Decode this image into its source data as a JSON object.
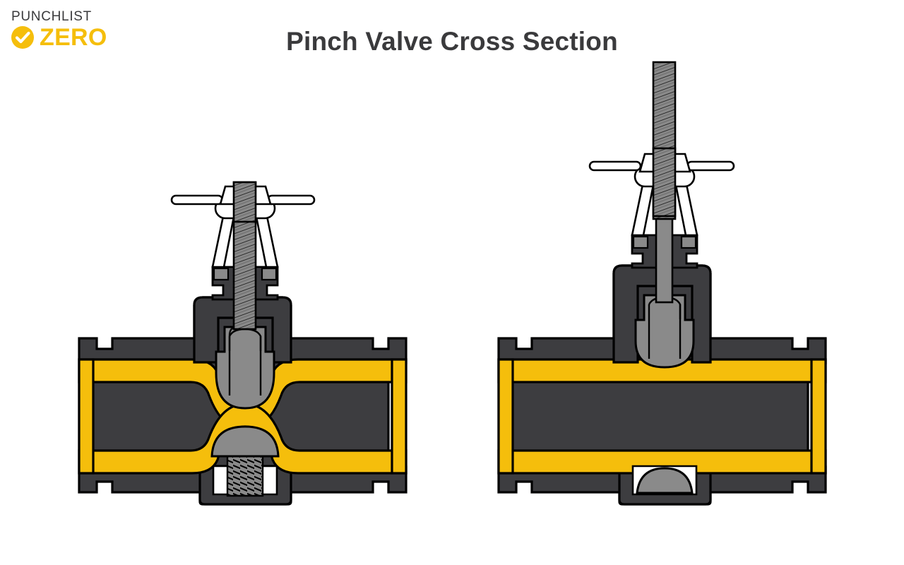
{
  "brand": {
    "wordmark_top": "PUNCHLIST",
    "wordmark_bottom": "ZERO",
    "check_icon": "check-circle-icon",
    "yellow": "#f5be0c",
    "dark": "#3a3a3c"
  },
  "header": {
    "title": "Pinch Valve Cross Section"
  },
  "palette": {
    "background": "#ffffff",
    "body_dark": "#3d3d40",
    "sleeve_yellow": "#f5be0c",
    "metal_gray": "#8a8a8a",
    "metal_gray_light": "#a3a3a3",
    "thread_gray": "#7f7f7f",
    "outline": "#000000",
    "handle_fill": "#ffffff"
  },
  "diagram": {
    "type": "engineering-cross-section",
    "subject": "pinch valve",
    "view_count": 2,
    "views": [
      {
        "id": "left-valve",
        "state": "closed",
        "state_description": "Stem driven down; upper and lower pinch bars compress the elastomeric sleeve until the bore is fully shut.",
        "components": [
          "handwheel-tee-handle",
          "threaded-rising-stem",
          "yoke",
          "gland-nut",
          "bonnet",
          "upper-pinch-bar",
          "lower-pinch-bar",
          "adjusting-screw",
          "elastomeric-sleeve",
          "valve-body",
          "end-flange-left",
          "end-flange-right"
        ],
        "bore_open": false
      },
      {
        "id": "right-valve",
        "state": "open",
        "state_description": "Stem retracted upward; pinch bars withdrawn into body so the sleeve bore is full-round and unobstructed.",
        "components": [
          "handwheel-tee-handle",
          "threaded-rising-stem",
          "yoke",
          "gland-nut",
          "bonnet",
          "upper-pinch-bar",
          "lower-pinch-bar",
          "elastomeric-sleeve",
          "valve-body",
          "end-flange-left",
          "end-flange-right"
        ],
        "bore_open": true
      }
    ]
  }
}
